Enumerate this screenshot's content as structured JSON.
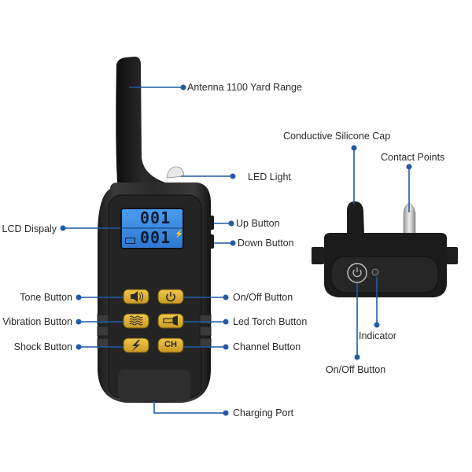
{
  "diagram": {
    "subject": "Dog training collar remote and receiver",
    "accent_color": "#1f5aa6",
    "button_color": "#e3b534",
    "lcd_color": "#3f8fe6",
    "remote": {
      "lcd": {
        "top_value": "001",
        "bottom_value": "001"
      },
      "buttons": [
        {
          "id": "tone",
          "icon": "speaker-icon",
          "label": "Tone Button"
        },
        {
          "id": "power",
          "icon": "power-icon",
          "label": "On/Off Button"
        },
        {
          "id": "vibration",
          "icon": "vibration-icon",
          "label": "Vibration Button"
        },
        {
          "id": "torch",
          "icon": "flashlight-icon",
          "label": "Led Torch Button"
        },
        {
          "id": "shock",
          "icon": "lightning-icon",
          "label": "Shock Button"
        },
        {
          "id": "channel",
          "icon": "ch-text",
          "text": "CH",
          "label": "Channel Button"
        }
      ]
    },
    "labels": {
      "antenna": "Antenna  1100 Yard Range",
      "led_light": "LED Light",
      "lcd_display": "LCD Dispaly",
      "up_button": "Up Button",
      "down_button": "Down Button",
      "tone_button": "Tone Button",
      "vibration_button": "Vibration Button",
      "shock_button": "Shock Button",
      "onoff_button": "On/Off Button",
      "led_torch_button": "Led Torch Button",
      "channel_button": "Channel Button",
      "charging_port": "Charging Port",
      "conductive_cap": "Conductive Silicone Cap",
      "contact_points": "Contact Points",
      "indicator": "Indicator",
      "receiver_onoff": "On/Off Button"
    }
  }
}
